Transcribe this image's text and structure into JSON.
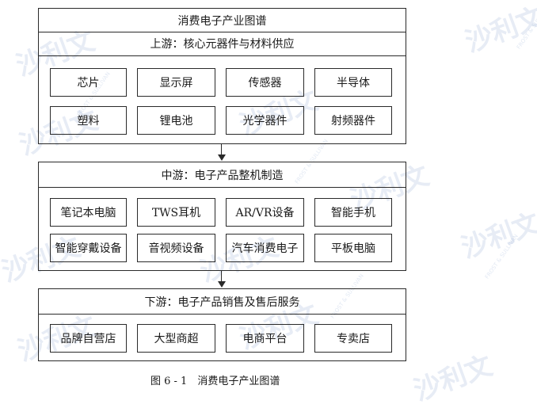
{
  "diagram": {
    "title": "消费电子产业图谱",
    "upstream": {
      "label": "上游：核心元器件与材料供应",
      "items": [
        "芯片",
        "显示屏",
        "传感器",
        "半导体",
        "塑料",
        "锂电池",
        "光学器件",
        "射频器件"
      ]
    },
    "midstream": {
      "label": "中游：电子产品整机制造",
      "items": [
        "笔记本电脑",
        "TWS耳机",
        "AR/VR设备",
        "智能手机",
        "智能穿戴设备",
        "音视频设备",
        "汽车消费电子",
        "平板电脑"
      ]
    },
    "downstream": {
      "label": "下游：电子产品销售及售后服务",
      "items": [
        "品牌自营店",
        "大型商超",
        "电商平台",
        "专卖店"
      ]
    },
    "caption": "图 6 - 1　消费电子产业图谱"
  },
  "watermark": {
    "text": "沙利文",
    "small_text": "FROST & SULLIVAN",
    "color": "#7896c8"
  }
}
